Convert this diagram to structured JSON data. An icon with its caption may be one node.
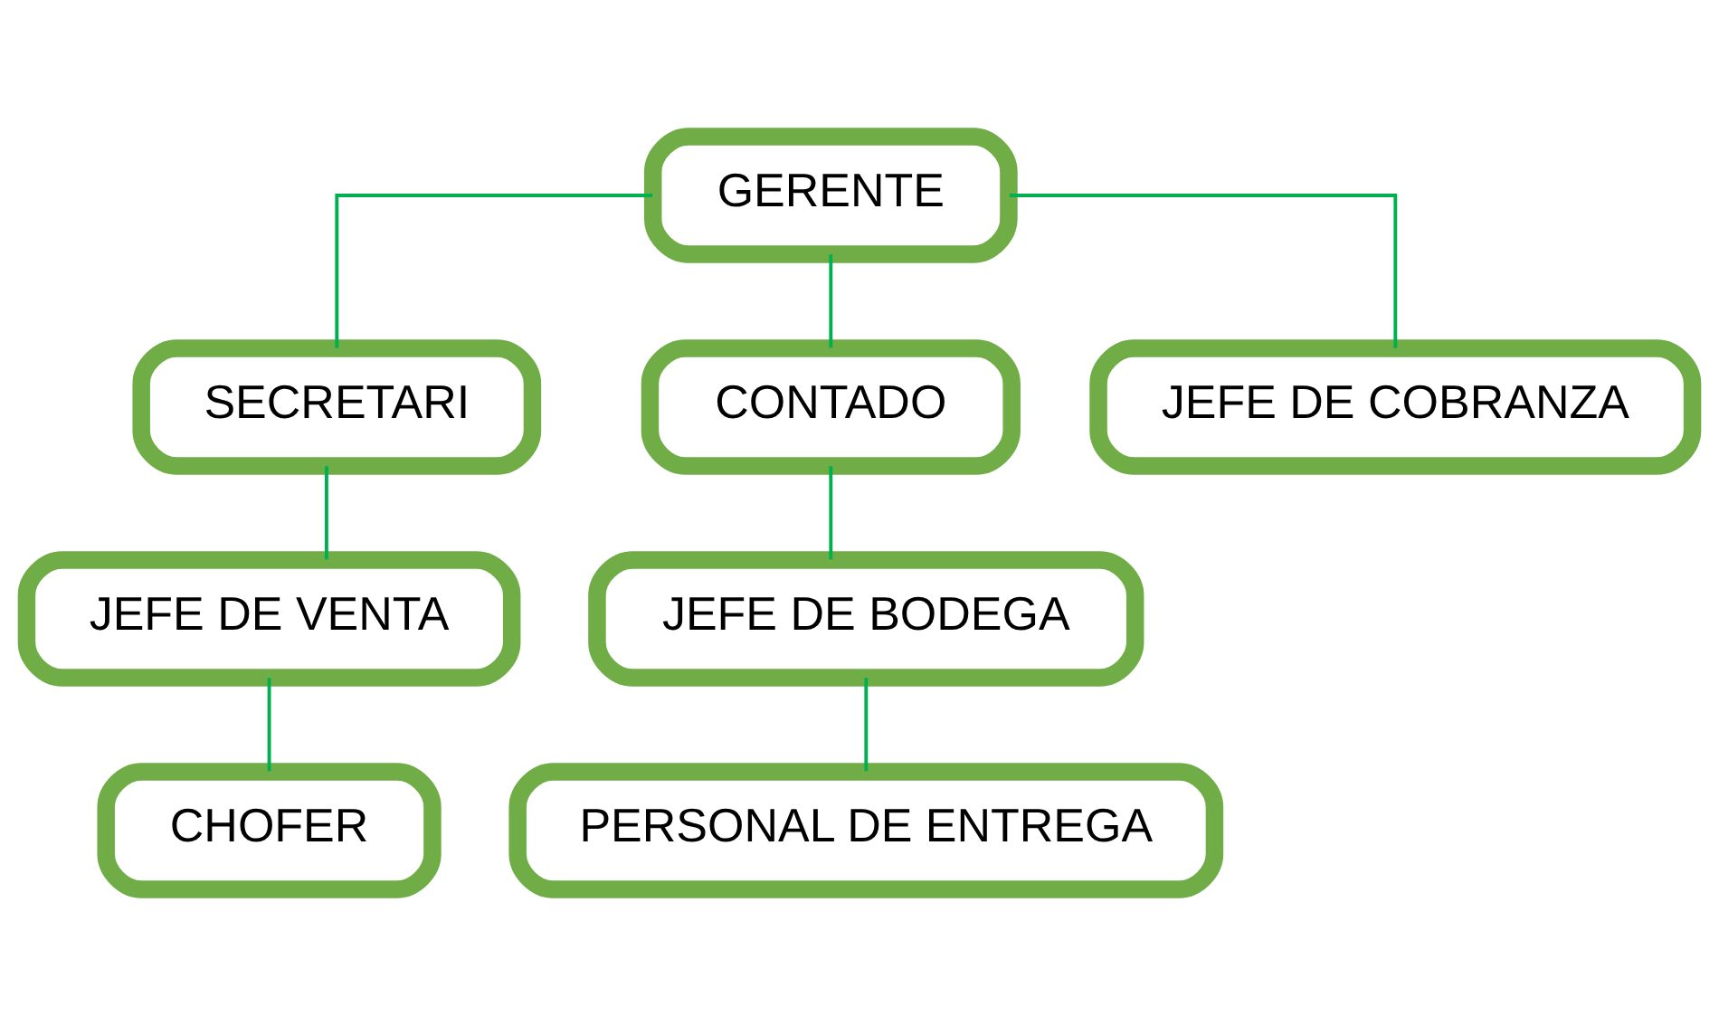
{
  "diagram": {
    "nodes": [
      {
        "text": [
          "GERENTE"
        ]
      },
      {
        "text": [
          "SECRETARI"
        ]
      },
      {
        "text": [
          "CONTADO"
        ]
      },
      {
        "text": [
          "JEFE DE COBRANZA"
        ]
      },
      {
        "text": [
          "JEFE DE VENTA"
        ]
      },
      {
        "text": [
          "JEFE DE BODEGA"
        ]
      },
      {
        "text": [
          "CHOFER"
        ]
      },
      {
        "text": [
          "PERSONAL DE ENTREGA"
        ]
      }
    ],
    "edges": [
      {
        "from": 0,
        "to": 1,
        "arrow": "none"
      },
      {
        "from": 0,
        "to": 2,
        "arrow": "none"
      },
      {
        "from": 0,
        "to": 3,
        "arrow": "none"
      },
      {
        "from": 1,
        "to": 4,
        "arrow": "none"
      },
      {
        "from": 2,
        "to": 5,
        "arrow": "none"
      },
      {
        "from": 4,
        "to": 6,
        "arrow": "none"
      },
      {
        "from": 5,
        "to": 7,
        "arrow": "none"
      }
    ]
  }
}
